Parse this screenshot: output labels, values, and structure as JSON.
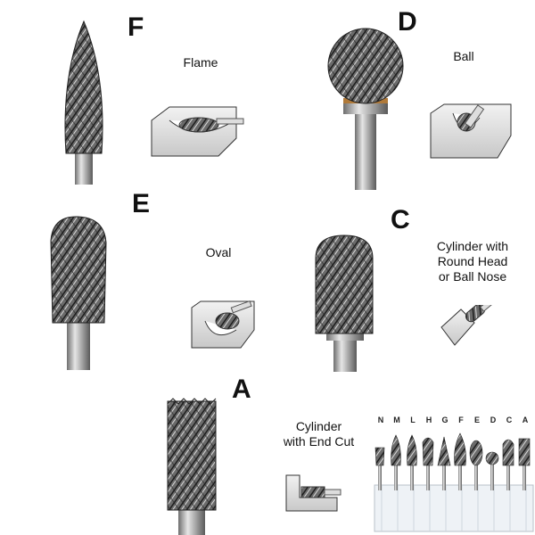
{
  "sections": {
    "f": {
      "letter": "F",
      "label": "Flame"
    },
    "d": {
      "letter": "D",
      "label": "Ball"
    },
    "e": {
      "letter": "E",
      "label": "Oval"
    },
    "c": {
      "letter": "C",
      "label_lines": [
        "Cylinder with",
        "Round Head",
        "or Ball Nose"
      ]
    },
    "a": {
      "letter": "A",
      "label_lines": [
        "Cylinder",
        "with End Cut"
      ]
    }
  },
  "set": {
    "labels": [
      "N",
      "M",
      "L",
      "H",
      "G",
      "F",
      "E",
      "D",
      "C",
      "A"
    ]
  },
  "colors": {
    "metal_dark": "#3a3a3a",
    "metal_mid": "#8a8a8a",
    "metal_light": "#cfcfcf",
    "shank": "#a8a8a8",
    "bronze_band": "#b07a3a"
  }
}
